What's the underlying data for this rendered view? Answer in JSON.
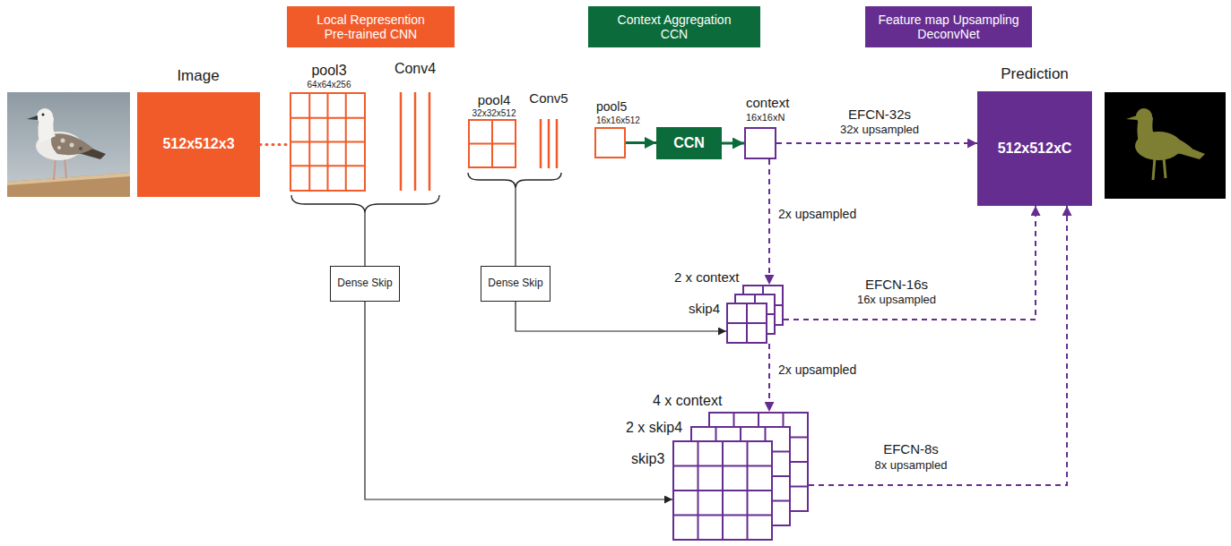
{
  "diagram": {
    "nodes": [
      {
        "text": [
          "Local Represention",
          "Pre-trained CNN"
        ]
      },
      {
        "text": [
          "Context Aggregation",
          "CCN"
        ]
      },
      {
        "text": [
          "Feature map Upsampling",
          "DeconvNet"
        ]
      },
      {
        "text": [
          "Image",
          "512x512x3"
        ]
      },
      {
        "text": [
          "pool3",
          "64x64x256"
        ]
      },
      {
        "text": [
          "Conv4"
        ]
      },
      {
        "text": [
          "pool4",
          "32x32x512"
        ]
      },
      {
        "text": [
          "Conv5"
        ]
      },
      {
        "text": [
          "pool5",
          "16x16x512"
        ]
      },
      {
        "text": [
          "CCN"
        ]
      },
      {
        "text": [
          "context",
          "16x16xN"
        ]
      },
      {
        "text": [
          "Prediction",
          "512x512xC"
        ]
      },
      {
        "text": [
          "Dense Skip"
        ]
      },
      {
        "text": [
          "Dense Skip"
        ]
      },
      {
        "text": [
          "2 x context",
          "skip4"
        ]
      },
      {
        "text": [
          "4 x context",
          "2 x skip4",
          "skip3"
        ]
      }
    ],
    "edges": [
      {
        "from": 3,
        "to": 4,
        "arrow": "none"
      },
      {
        "from": 8,
        "to": 9,
        "arrow": "to"
      },
      {
        "from": 9,
        "to": 10,
        "arrow": "to"
      },
      {
        "from": 10,
        "to": 11,
        "label": "EFCN-32s",
        "arrow": "to"
      },
      {
        "from": 10,
        "to": 14,
        "label": "2x upsampled",
        "arrow": "to"
      },
      {
        "from": 14,
        "to": 11,
        "label": "EFCN-16s",
        "arrow": "to"
      },
      {
        "from": 14,
        "to": 15,
        "label": "2x upsampled",
        "arrow": "to"
      },
      {
        "from": 15,
        "to": 11,
        "label": "EFCN-8s",
        "arrow": "to"
      },
      {
        "from": 13,
        "to": 14,
        "arrow": "to"
      },
      {
        "from": 12,
        "to": 15,
        "arrow": "to"
      }
    ],
    "labels": [
      "32x upsampled",
      "16x upsampled",
      "8x upsampled"
    ]
  }
}
